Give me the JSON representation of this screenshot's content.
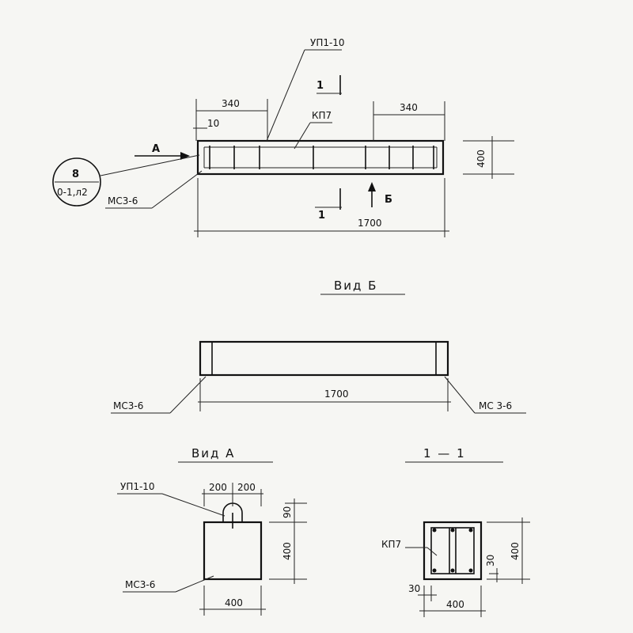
{
  "plan": {
    "mark_top": "УП1-10",
    "dim_left": "340",
    "dim_right": "340",
    "dim_small": "10",
    "kp_label": "КП7",
    "section_mark_top": "1",
    "section_mark_bottom": "1",
    "view_a_arrow": "А",
    "view_b_arrow": "Б",
    "height_dim": "400",
    "length_dim": "1700",
    "callout_number": "8",
    "callout_sheet": "0-1,л2",
    "ms_label": "МС3-6"
  },
  "view_b": {
    "title": "Вид Б",
    "length_dim": "1700",
    "ms_left": "МС3-6",
    "ms_right": "МС 3-6"
  },
  "view_a": {
    "title": "Вид А",
    "mark": "УП1-10",
    "dim_200_a": "200",
    "dim_200_b": "200",
    "dim_90": "90",
    "dim_400_h": "400",
    "dim_400_w": "400",
    "ms_label": "МС3-6"
  },
  "section": {
    "title": "1 — 1",
    "kp_label": "КП7",
    "dim_30_v": "30",
    "dim_400_h": "400",
    "dim_30_h": "30",
    "dim_400_w": "400"
  }
}
